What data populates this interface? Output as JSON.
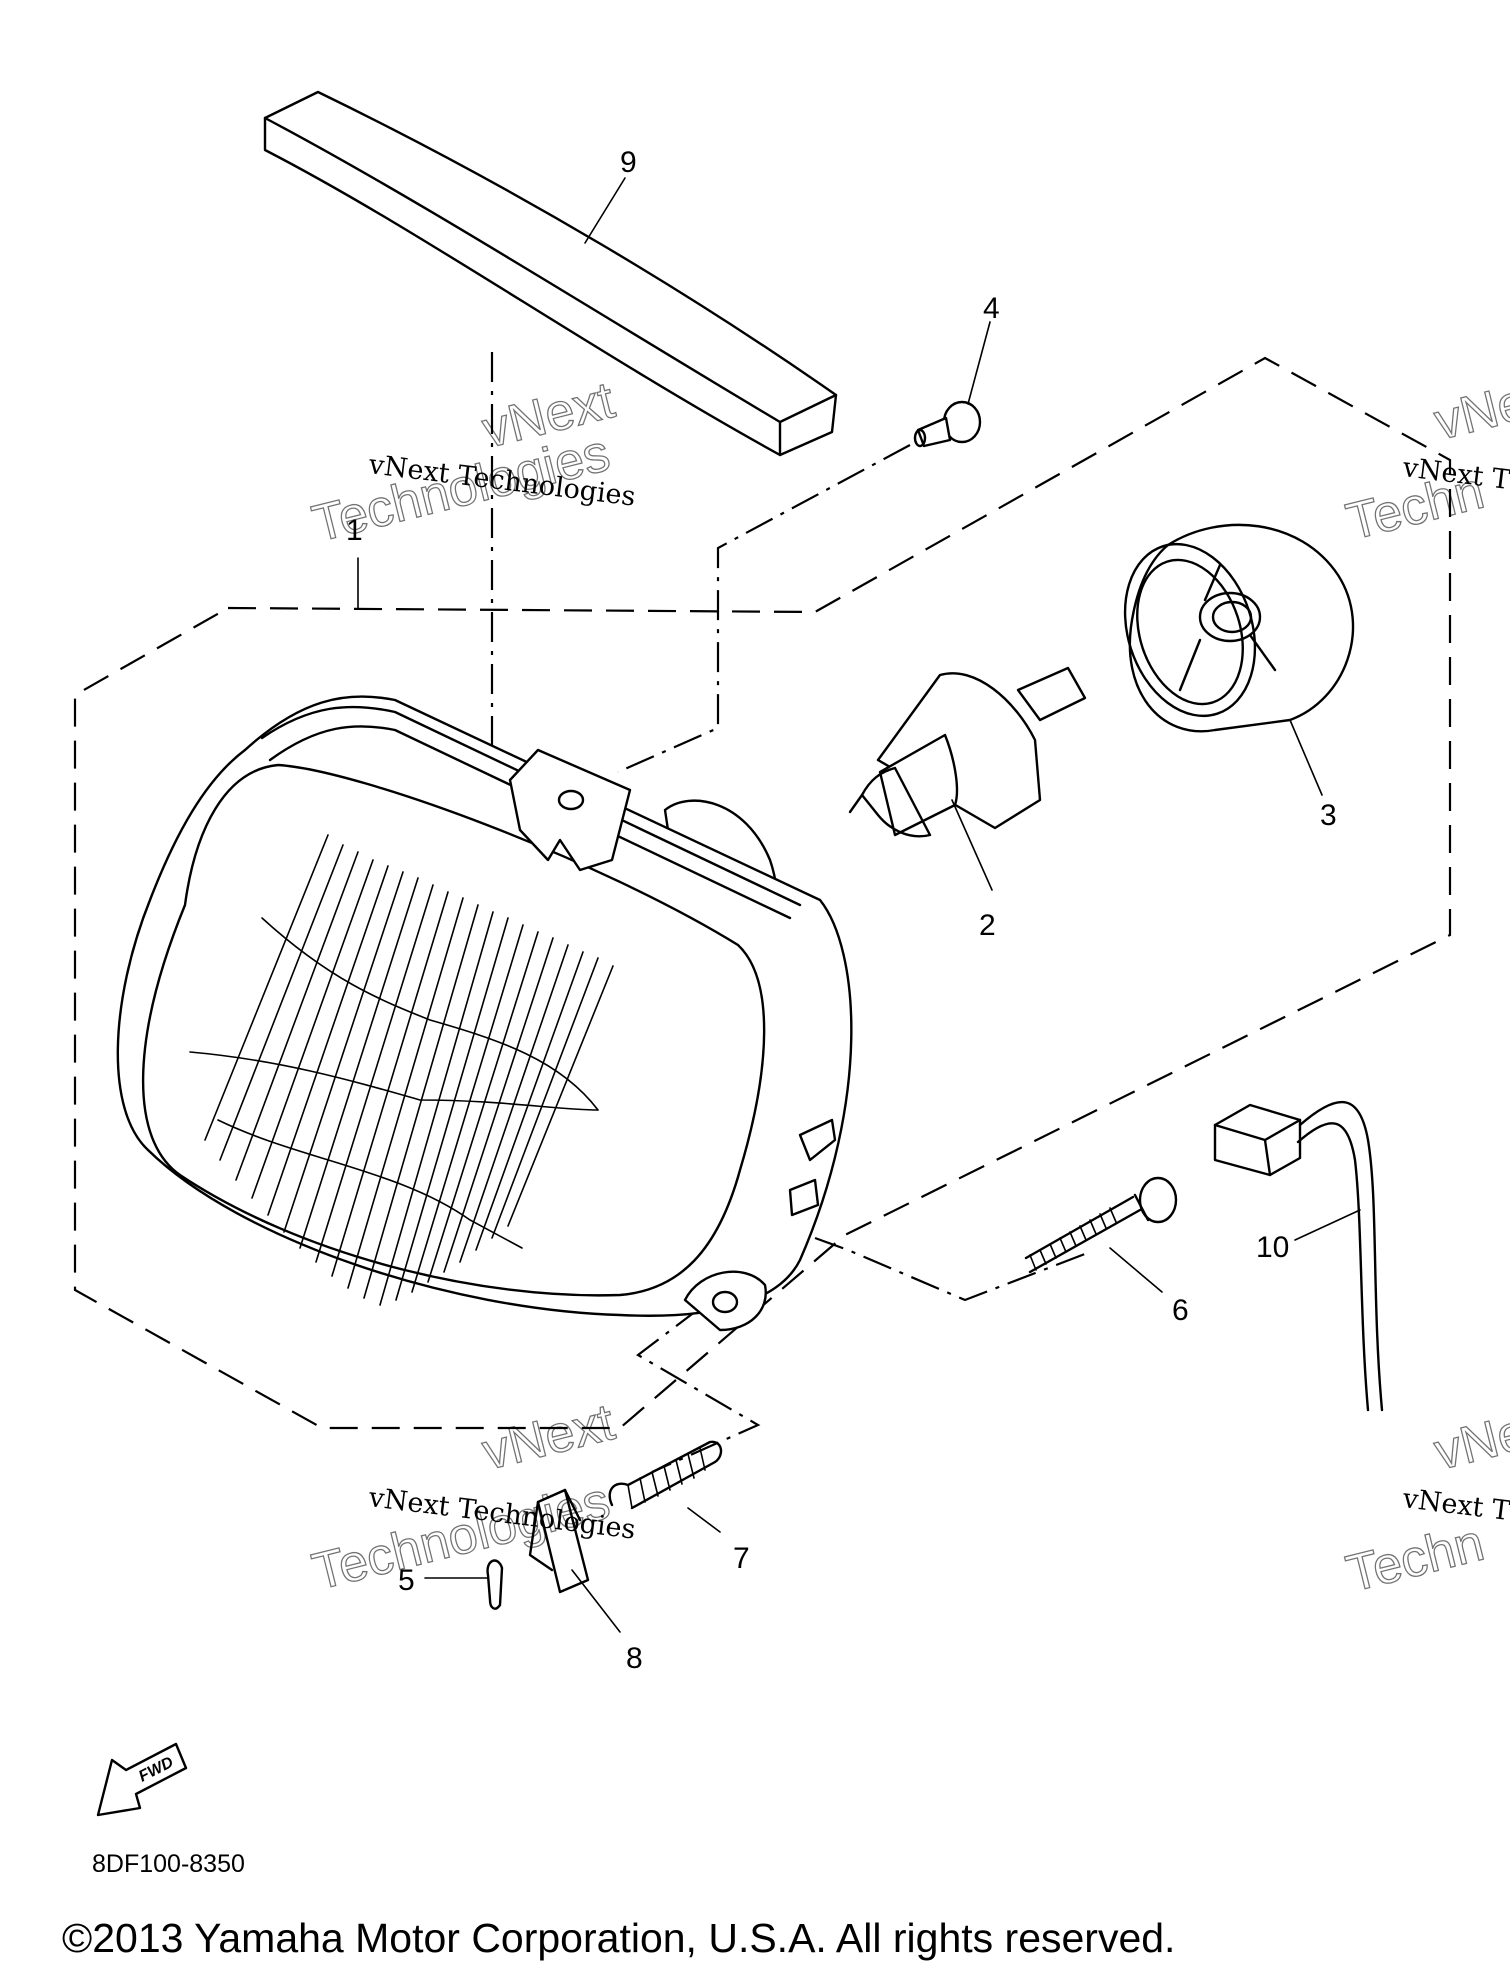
{
  "callouts": [
    {
      "label": "1"
    },
    {
      "label": "2"
    },
    {
      "label": "3"
    },
    {
      "label": "4"
    },
    {
      "label": "5"
    },
    {
      "label": "6"
    },
    {
      "label": "7"
    },
    {
      "label": "8"
    },
    {
      "label": "9"
    },
    {
      "label": "10"
    }
  ],
  "watermarks": {
    "small_text": "vNext Technologies",
    "small_text_cut": "vNext T",
    "large_line1": "vNext",
    "large_line2": "Technologies",
    "large_line2_cut": "Techn"
  },
  "fwd_label": "FWD",
  "diagram_code": "8DF100-8350",
  "copyright": "©2013 Yamaha Motor Corporation, U.S.A. All rights reserved."
}
